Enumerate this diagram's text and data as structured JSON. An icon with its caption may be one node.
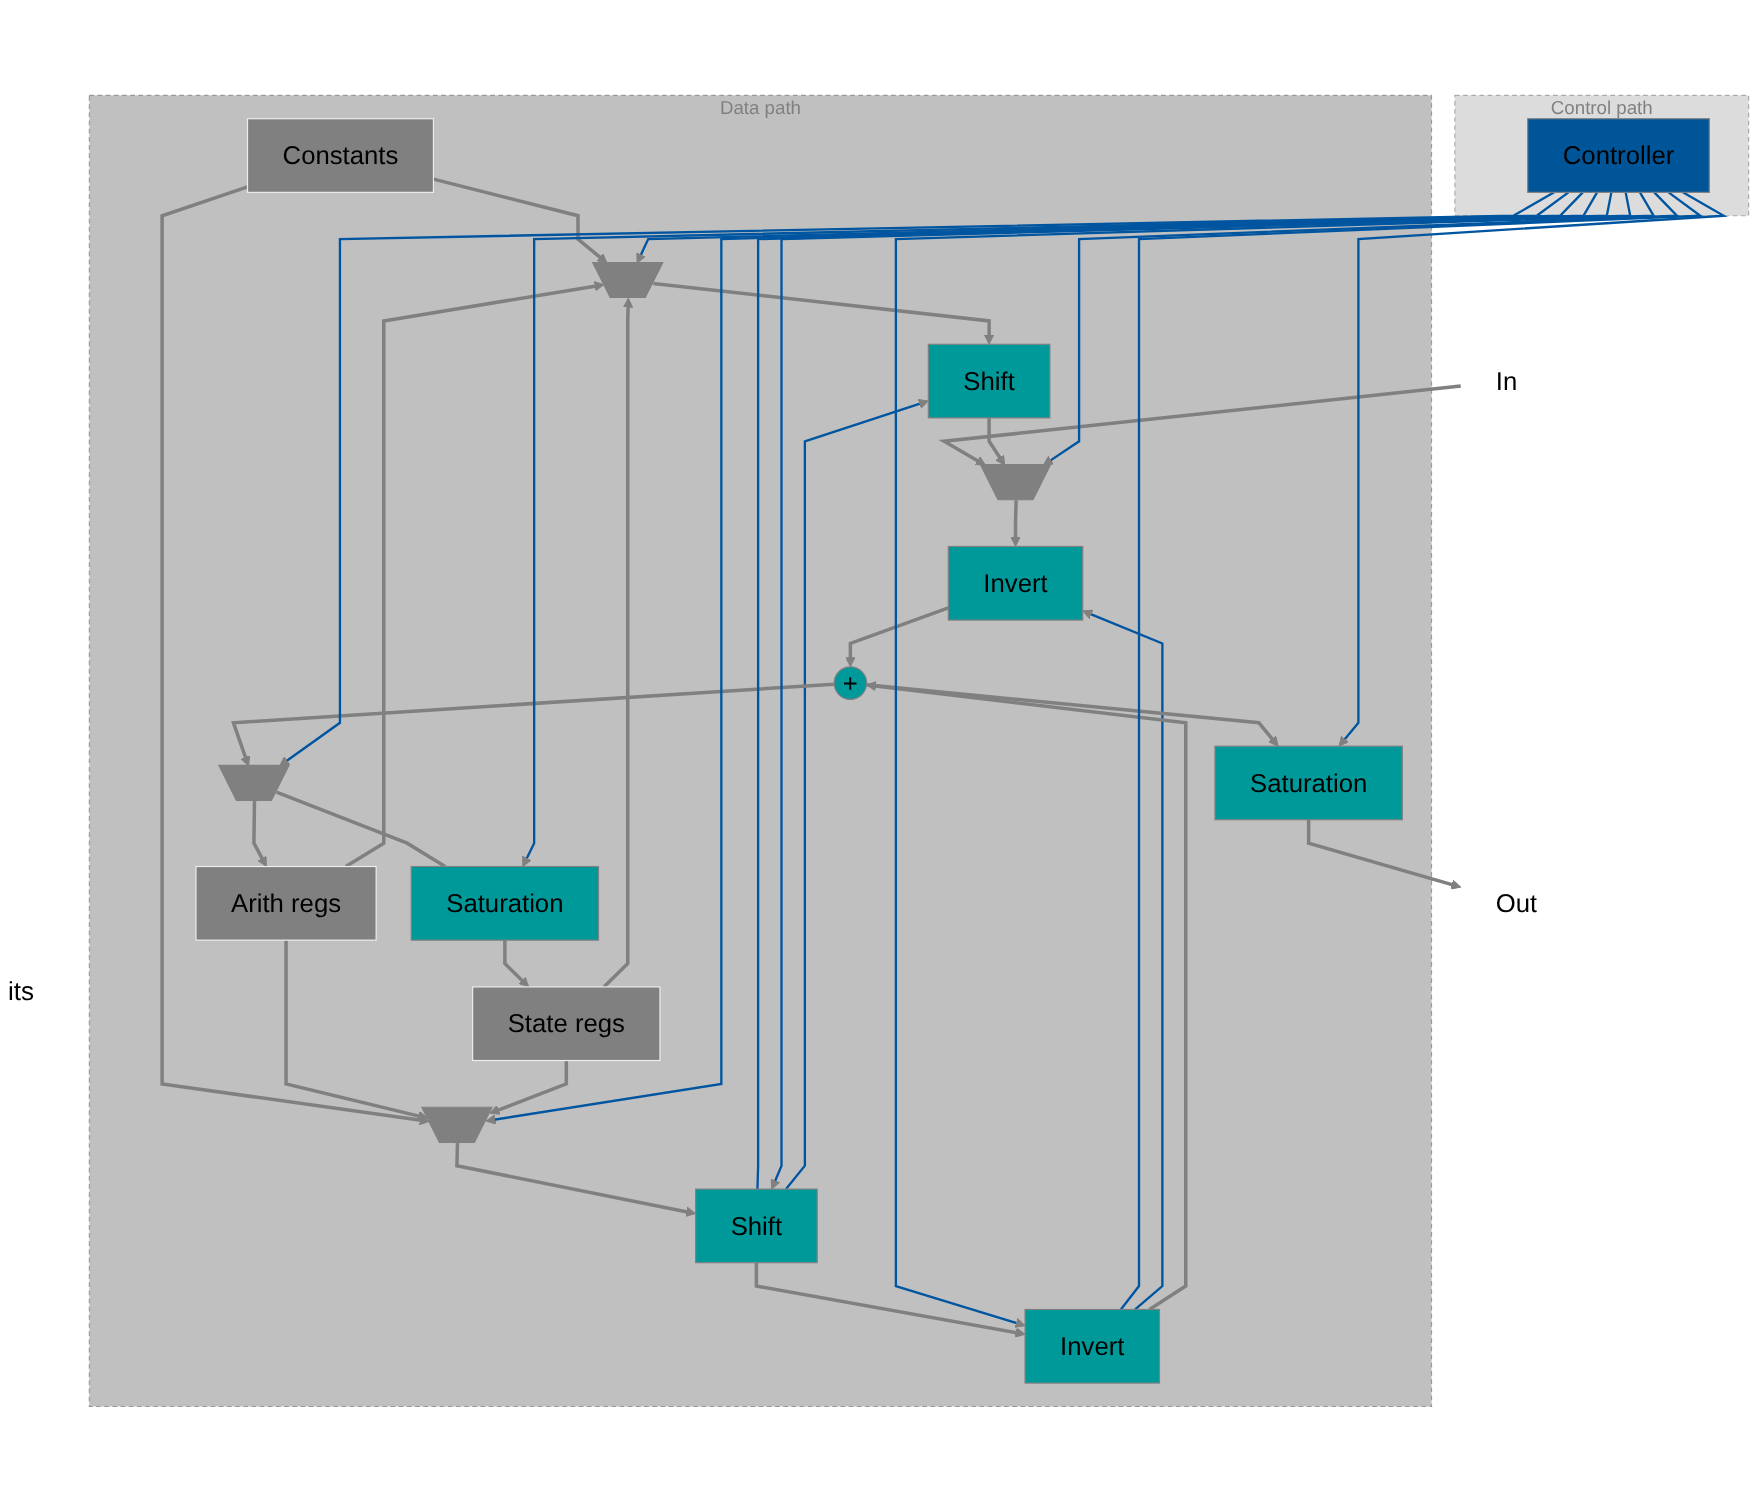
{
  "diagram": {
    "nodes": [
      {
        "text": [
          "Data path"
        ]
      },
      {
        "text": [
          "Constants"
        ],
        "in": 0
      },
      {
        "text": [
          "Arith regs"
        ],
        "in": 0
      },
      {
        "text": [
          "State regs"
        ],
        "in": 0
      },
      {
        "text": [
          "Saturation"
        ],
        "in": 0
      },
      {
        "text": [],
        "shape": "trapezoid",
        "in": 0
      },
      {
        "text": [],
        "shape": "trapezoid",
        "in": 0
      },
      {
        "text": [],
        "shape": "trapezoid",
        "in": 0
      },
      {
        "text": [
          "Shift"
        ],
        "in": 0
      },
      {
        "text": [
          "Shift"
        ],
        "in": 0
      },
      {
        "text": [],
        "shape": "trapezoid",
        "in": 0
      },
      {
        "text": [
          "Invert"
        ],
        "in": 0
      },
      {
        "text": [
          "Invert"
        ],
        "in": 0
      },
      {
        "text": [
          "+"
        ],
        "in": 0
      },
      {
        "text": [
          "Saturation"
        ],
        "in": 0
      },
      {
        "text": [
          "Control path"
        ]
      },
      {
        "text": [
          "Controller"
        ],
        "in": 15
      },
      {
        "text": [
          "In"
        ]
      },
      {
        "text": [
          "Out"
        ]
      }
    ],
    "edges": [
      {
        "from": 1,
        "to": 6,
        "arrow": "to"
      },
      {
        "from": 1,
        "to": 7,
        "arrow": "to"
      },
      {
        "from": 2,
        "to": 6,
        "arrow": "to"
      },
      {
        "from": 2,
        "to": 7,
        "arrow": "to"
      },
      {
        "from": 3,
        "to": 6,
        "arrow": "to"
      },
      {
        "from": 3,
        "to": 7,
        "arrow": "to"
      },
      {
        "from": 5,
        "to": 2,
        "arrow": "to"
      },
      {
        "from": 5,
        "to": 4,
        "arrow": "none"
      },
      {
        "from": 4,
        "to": 3,
        "arrow": "to"
      },
      {
        "from": 6,
        "to": 8,
        "arrow": "to"
      },
      {
        "from": 7,
        "to": 9,
        "arrow": "to"
      },
      {
        "from": 9,
        "to": 8,
        "arrow": "to",
        "color": "#0055a0"
      },
      {
        "from": 17,
        "to": 10,
        "arrow": "to"
      },
      {
        "from": 8,
        "to": 10,
        "arrow": "to"
      },
      {
        "from": 10,
        "to": 11,
        "arrow": "to"
      },
      {
        "from": 9,
        "to": 12,
        "arrow": "to"
      },
      {
        "from": 12,
        "to": 11,
        "arrow": "to",
        "color": "#0055a0"
      },
      {
        "from": 11,
        "to": 13,
        "arrow": "to"
      },
      {
        "from": 12,
        "to": 13,
        "arrow": "to"
      },
      {
        "from": 13,
        "to": 14,
        "arrow": "to"
      },
      {
        "from": 13,
        "to": 5,
        "arrow": "to"
      },
      {
        "from": 14,
        "to": 18,
        "arrow": "to"
      },
      {
        "from": 16,
        "to": 7,
        "arrow": "to",
        "color": "#0055a0"
      },
      {
        "from": 16,
        "to": 6,
        "arrow": "to",
        "color": "#0055a0"
      },
      {
        "from": 16,
        "to": 4,
        "arrow": "to",
        "color": "#0055a0"
      },
      {
        "from": 16,
        "to": 5,
        "arrow": "to",
        "color": "#0055a0"
      },
      {
        "from": 16,
        "to": 9,
        "arrow": "none",
        "color": "#0055a0"
      },
      {
        "from": 16,
        "to": 9,
        "arrow": "to",
        "color": "#0055a0"
      },
      {
        "from": 16,
        "to": 10,
        "arrow": "to",
        "color": "#0055a0"
      },
      {
        "from": 16,
        "to": 12,
        "arrow": "to",
        "color": "#0055a0"
      },
      {
        "from": 16,
        "to": 12,
        "arrow": "none",
        "color": "#0055a0"
      },
      {
        "from": 16,
        "to": 14,
        "arrow": "to",
        "color": "#0055a0"
      }
    ],
    "labels": [
      "its"
    ]
  }
}
